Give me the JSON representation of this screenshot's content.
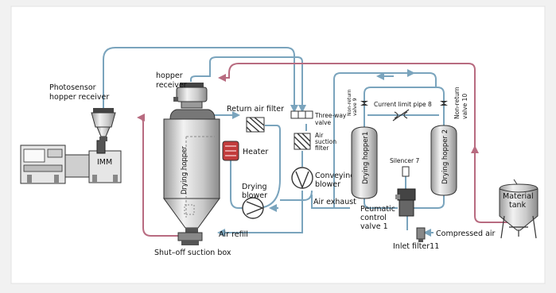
{
  "labels": {
    "photosensor_line1": "Photosensor",
    "photosensor_line2": "hopper receiver",
    "hopper_receiver_line1": "hopper",
    "hopper_receiver_line2": "receiver",
    "imm": "IMM",
    "return_air_filter": "Return air filter",
    "heater": "Heater",
    "drying_hopper": "Drying hopper",
    "drying_blower_line1": "Drying",
    "drying_blower_line2": "blower",
    "air_refill": "Air refill",
    "shutoff_box": "Shut–off suction box",
    "three_way_line1": "Three-way",
    "three_way_line2": "valve",
    "air_suction_line1": "Air",
    "air_suction_line2": "suction",
    "air_suction_line3": "filter",
    "conveying_line1": "Conveying",
    "conveying_line2": "blower",
    "air_exhaust": "Air exhaust",
    "non_return_small_line1": "Non-return",
    "non_return_small_line2": "valve 9",
    "current_limit": "Current limit pipe 8",
    "non_return_10_line1": "Non-return",
    "non_return_10_line2": "valve 10",
    "drying_hopper1": "Drying hopper1",
    "drying_hopper2": "Drying hopper 2",
    "silencer": "Silencer 7",
    "pneumatic_line1": "Peumatic",
    "pneumatic_line2": "control",
    "pneumatic_line3": "valve 1",
    "compressed_air": "Compressed air",
    "inlet_filter": "Inlet filter11",
    "material_line1": "Material",
    "material_line2": "tank"
  },
  "colors": {
    "blue_line": "#7aa4bd",
    "red_line": "#b86b80",
    "equipment_fill": "#d8d8d8",
    "equipment_stroke": "#333333",
    "heater": "#c23b3b"
  }
}
